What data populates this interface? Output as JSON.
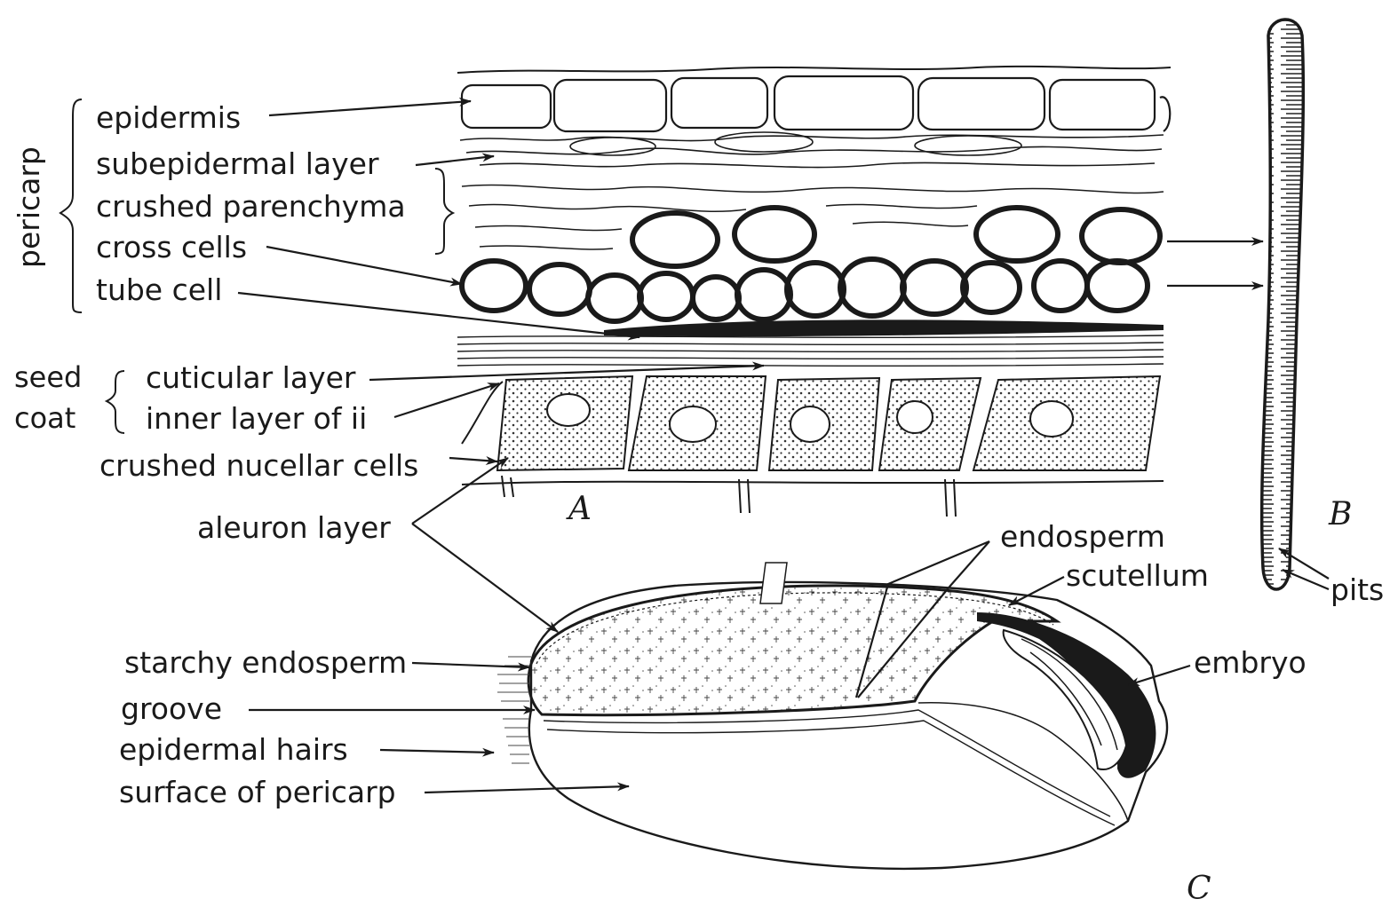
{
  "groups": {
    "pericarp": "pericarp",
    "seed": "seed",
    "coat": "coat"
  },
  "labels": {
    "epidermis": "epidermis",
    "subepidermal_layer": "subepidermal layer",
    "crushed_parenchyma": "crushed parenchyma",
    "cross_cells": "cross cells",
    "tube_cell": "tube cell",
    "cuticular_layer": "cuticular layer",
    "inner_layer": "inner layer of ii",
    "crushed_nucellar_cells": "crushed nucellar cells",
    "aleuron_layer": "aleuron layer",
    "starchy_endosperm": "starchy endosperm",
    "groove": "groove",
    "epidermal_hairs": "epidermal hairs",
    "surface_of_pericarp": "surface of pericarp",
    "endosperm": "endosperm",
    "scutellum": "scutellum",
    "embryo": "embryo",
    "pits": "pits"
  },
  "figure_letters": {
    "a": "A",
    "b": "B",
    "c": "C"
  },
  "colors": {
    "ink": "#1a1a1a",
    "background": "#ffffff"
  }
}
